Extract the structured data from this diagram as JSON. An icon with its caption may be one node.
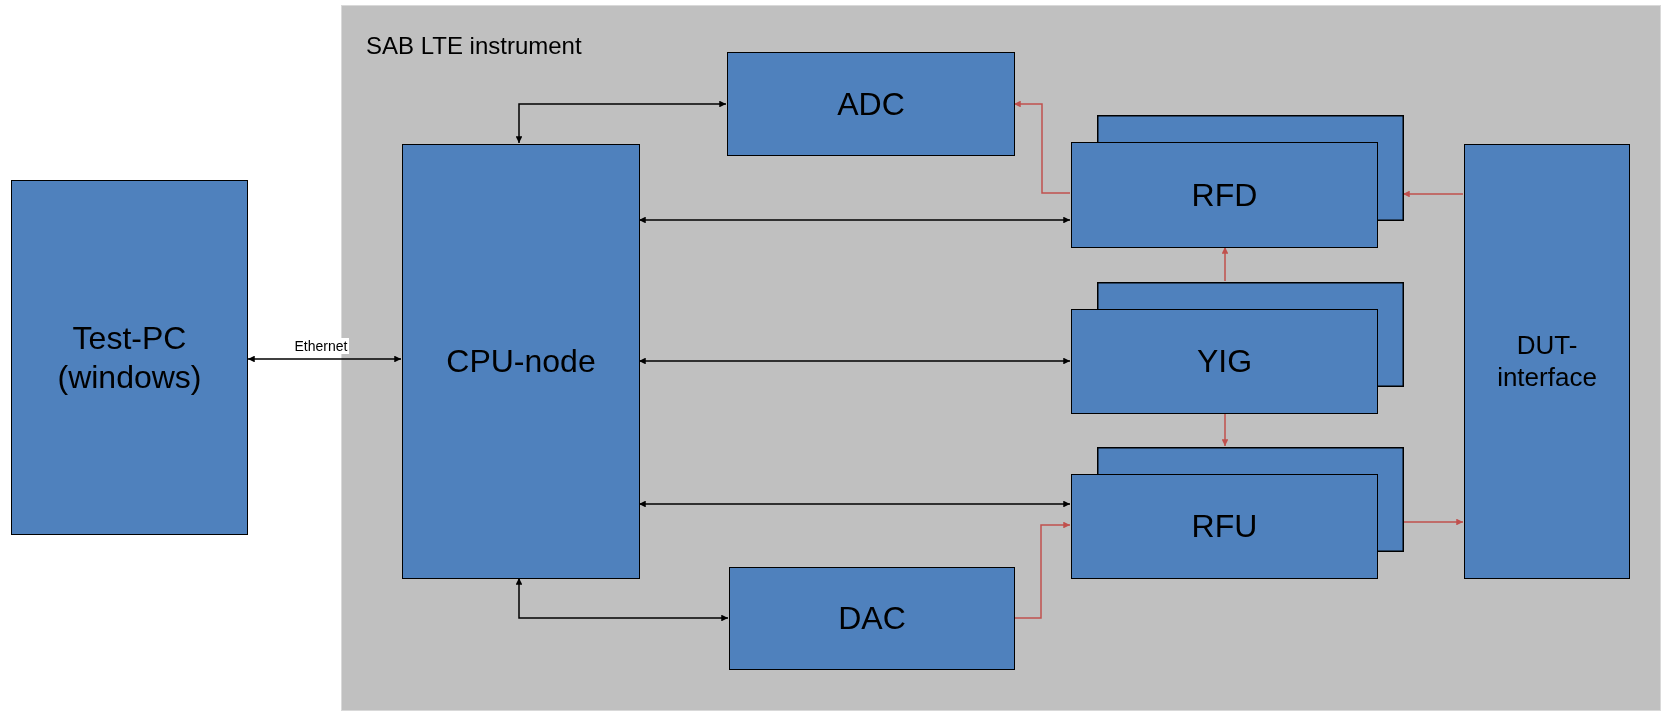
{
  "diagram": {
    "nodes": [
      {
        "text": [
          "SAB LTE instrument"
        ]
      },
      {
        "text": [
          "Test-PC (windows)"
        ]
      },
      {
        "text": [
          "CPU-node"
        ],
        "in": 0
      },
      {
        "text": [
          "ADC"
        ],
        "in": 0
      },
      {
        "text": [
          "RFD"
        ],
        "in": 0
      },
      {
        "text": [
          "YIG"
        ],
        "in": 0
      },
      {
        "text": [
          "RFU"
        ],
        "in": 0
      },
      {
        "text": [
          "DAC"
        ],
        "in": 0
      },
      {
        "text": [
          "DUT-interface"
        ],
        "in": 0
      }
    ],
    "edges": [
      {
        "from": 1,
        "to": 2,
        "arrow": "both",
        "label": "Ethernet"
      },
      {
        "from": 2,
        "to": 3,
        "arrow": "both"
      },
      {
        "from": 2,
        "to": 4,
        "arrow": "both"
      },
      {
        "from": 2,
        "to": 5,
        "arrow": "both"
      },
      {
        "from": 2,
        "to": 6,
        "arrow": "both"
      },
      {
        "from": 2,
        "to": 7,
        "arrow": "both"
      },
      {
        "from": 4,
        "to": 3,
        "arrow": "to",
        "color": "#c0504d"
      },
      {
        "from": 8,
        "to": 4,
        "arrow": "to",
        "color": "#c0504d"
      },
      {
        "from": 5,
        "to": 4,
        "arrow": "to",
        "color": "#c0504d"
      },
      {
        "from": 5,
        "to": 6,
        "arrow": "to",
        "color": "#c0504d"
      },
      {
        "from": 6,
        "to": 8,
        "arrow": "to",
        "color": "#c0504d"
      },
      {
        "from": 7,
        "to": 6,
        "arrow": "to",
        "color": "#c0504d"
      }
    ]
  }
}
